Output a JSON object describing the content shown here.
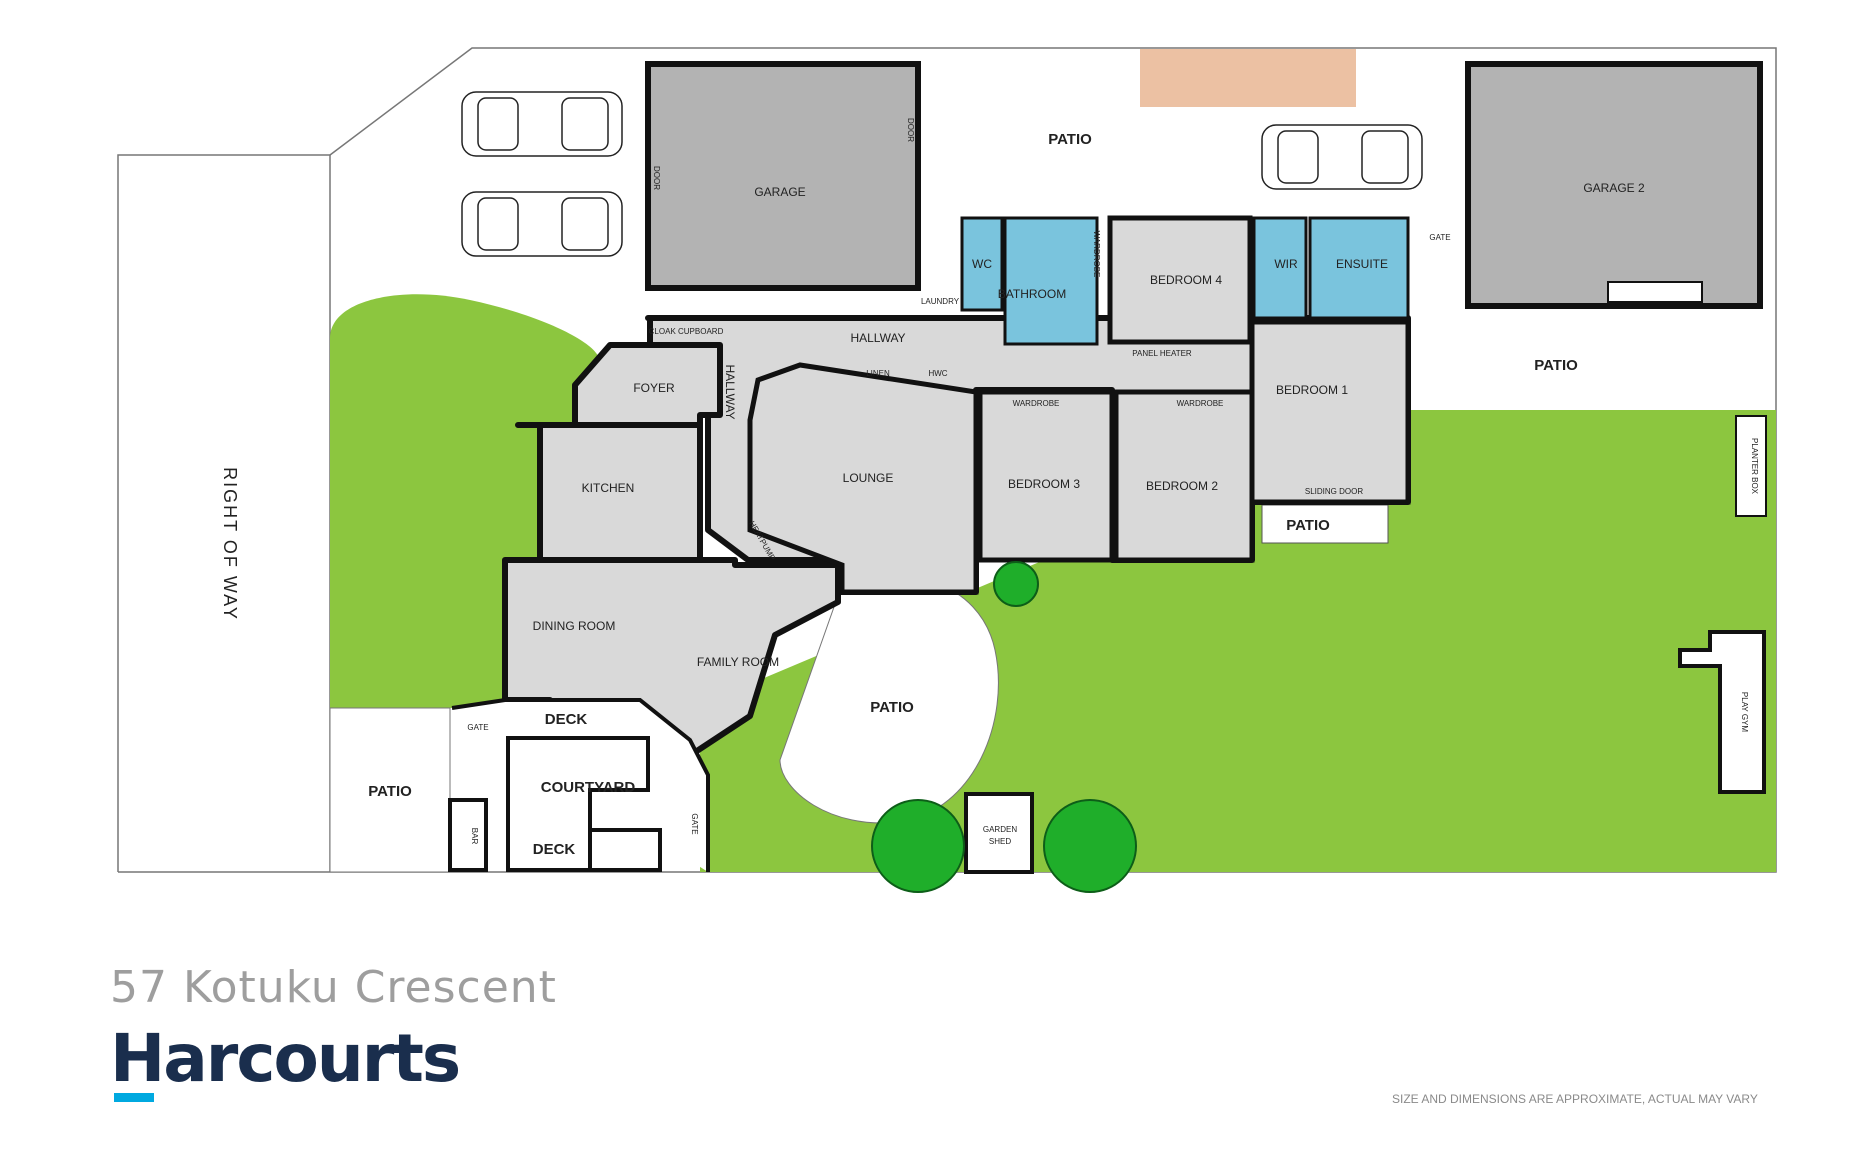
{
  "plan": {
    "rooms": {
      "garage": "GARAGE",
      "garage2": "GARAGE 2",
      "patio_top": "PATIO",
      "patio_right": "PATIO",
      "patio_bed1": "PATIO",
      "patio_center": "PATIO",
      "patio_left": "PATIO",
      "wc": "WC",
      "bathroom": "BATHROOM",
      "bedroom4": "BEDROOM 4",
      "wir": "WIR",
      "ensuite": "ENSUITE",
      "bedroom1": "BEDROOM 1",
      "hallway_main": "HALLWAY",
      "hallway_side": "HALLWAY",
      "foyer": "FOYER",
      "cloak": "CLOAK CUPBOARD",
      "kitchen": "KITCHEN",
      "lounge": "LOUNGE",
      "bedroom3": "BEDROOM 3",
      "bedroom2": "BEDROOM 2",
      "dining": "DINING ROOM",
      "family": "FAMILY ROOM",
      "deck_top": "DECK",
      "deck_bottom": "DECK",
      "courtyard": "COURTYARD",
      "bar": "BAR",
      "gate_top": "GATE",
      "gate_left": "GATE",
      "gate_courtyard": "GATE",
      "garden_shed_1": "GARDEN",
      "garden_shed_2": "SHED",
      "play_gym": "PLAY GYM",
      "planter_box": "PLANTER BOX",
      "right_of_way": "RIGHT OF WAY",
      "door_left": "DOOR",
      "door_right": "DOOR",
      "laundry": "LAUNDRY",
      "wardrobe_bath": "WARDROBE",
      "linen": "LINEN",
      "hwc": "HWC",
      "panel_heater": "PANEL HEATER",
      "wardrobe_b3": "WARDROBE",
      "wardrobe_b2": "WARDROBE",
      "sliding_door": "SLIDING DOOR",
      "heatpump": "HEATPUMP"
    },
    "colors": {
      "room_fill": "#d9d9d9",
      "garage_fill": "#b3b3b3",
      "wet_fill": "#7ac4dd",
      "lawn": "#8cc63f",
      "roof_patch": "#ecc1a3",
      "wall": "#111111"
    }
  },
  "footer": {
    "address": "57 Kotuku Crescent",
    "brand": "Harcourts",
    "disclaimer": "SIZE AND DIMENSIONS ARE APPROXIMATE, ACTUAL MAY VARY",
    "brand_color": "#1a2e4d",
    "accent_color": "#00a9e0"
  }
}
